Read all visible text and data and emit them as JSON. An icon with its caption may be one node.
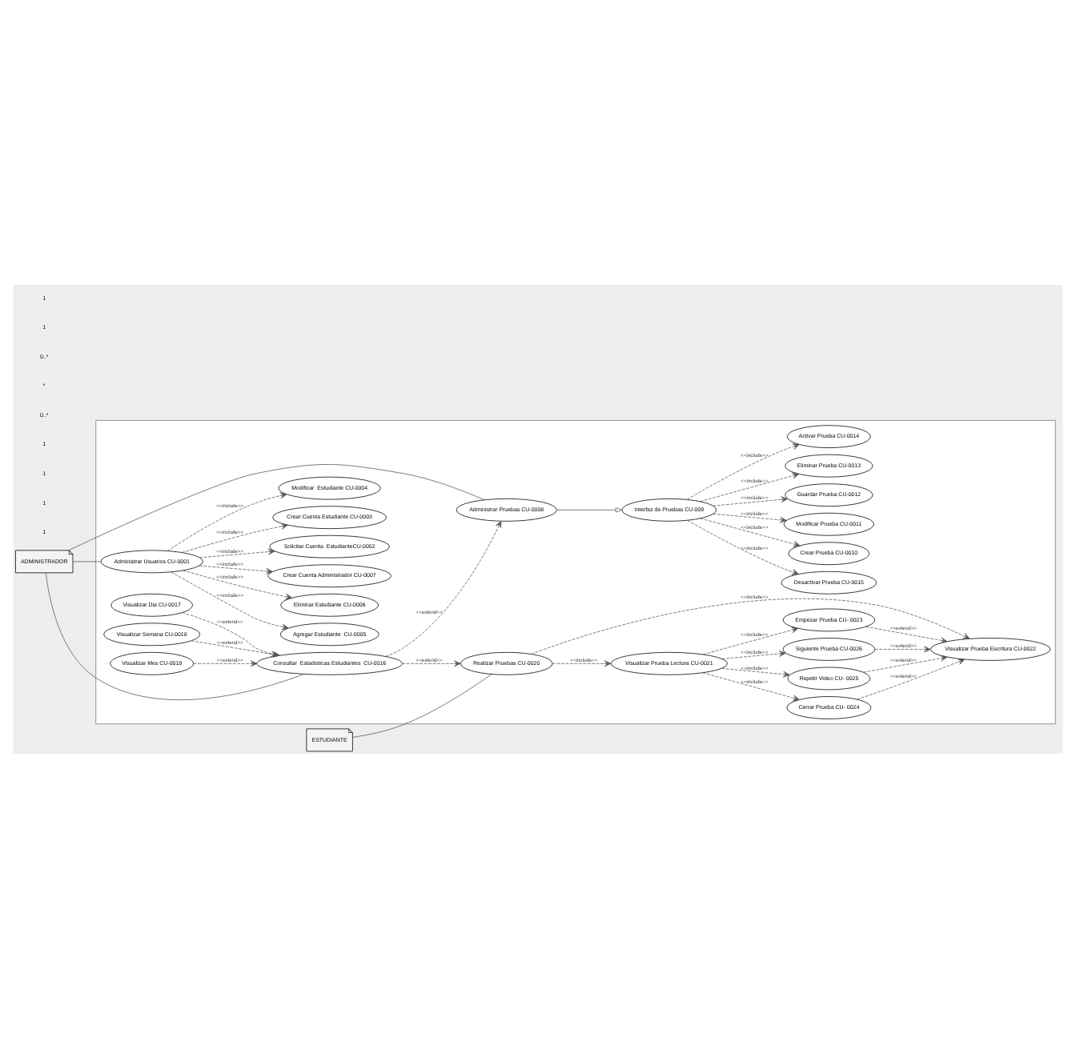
{
  "diagram": {
    "nodes": [
      {
        "text": [],
        "shape": "box"
      },
      {
        "text": [
          "ADMINISTRADOR"
        ]
      },
      {
        "text": [
          "ESTUDIANTE"
        ]
      },
      {
        "text": [
          "Administrar Usuarios CU-0001"
        ],
        "in": 0
      },
      {
        "text": [
          "Solicitar Cuenta  EstudianteCU-0002"
        ],
        "in": 0
      },
      {
        "text": [
          "Crear Cuenta Estudiante CU-0003"
        ],
        "in": 0
      },
      {
        "text": [
          "Modificar  Estudiante CU-0004"
        ],
        "in": 0
      },
      {
        "text": [
          "Agregar Estudiante  CU-0005"
        ],
        "in": 0
      },
      {
        "text": [
          "Eliminar Estudiante CU-0006"
        ],
        "in": 0
      },
      {
        "text": [
          "Crear Cuenta Administrador CU-0007"
        ],
        "in": 0
      },
      {
        "text": [
          "Administrar Pruebas CU-0008"
        ],
        "in": 0
      },
      {
        "text": [
          "Crear Prueba CU-0010"
        ],
        "in": 0
      },
      {
        "text": [
          "Modificar Prueba CU-0011"
        ],
        "in": 0
      },
      {
        "text": [
          "Guardar Prueba CU-0012"
        ],
        "in": 0
      },
      {
        "text": [
          "Interfaz de Pruebas CU-009"
        ],
        "in": 0
      },
      {
        "text": [
          "Eliminar Prueba CU-0013"
        ],
        "in": 0
      },
      {
        "text": [
          "Activar Prueba CU-0014"
        ],
        "in": 0
      },
      {
        "text": [
          "Desactivar Prueba CU-0015"
        ],
        "in": 0
      },
      {
        "text": [
          "Consultar  Estadisticas Estudiantes  CU-0016"
        ],
        "in": 0
      },
      {
        "text": [
          "Visualizar Dia CU-0017"
        ],
        "in": 0
      },
      {
        "text": [
          "Visualizar Semana CU-0018"
        ],
        "in": 0
      },
      {
        "text": [
          "Visualizar Mes CU-0019"
        ],
        "in": 0
      },
      {
        "text": [
          "Empezar Prueba CU- 0023"
        ],
        "in": 0
      },
      {
        "text": [
          "Realizar Pruebas CU-0020"
        ],
        "in": 0
      },
      {
        "text": [
          "Visualizar Prueba Lectura CU-0021"
        ],
        "in": 0
      },
      {
        "text": [
          "Cerrar Prueba CU- 0024"
        ],
        "in": 0
      },
      {
        "text": [
          "Repetir Video CU- 0025"
        ],
        "in": 0
      },
      {
        "text": [
          "Visualizar Prueba Escritura CU-0022"
        ],
        "in": 0
      },
      {
        "text": [
          "Siguiente Prueba CU-0026"
        ],
        "in": 0
      }
    ],
    "edges": [
      {
        "from": 1,
        "to": 3,
        "arrow": "none"
      },
      {
        "from": 1,
        "to": 10,
        "arrow": "none"
      },
      {
        "from": 1,
        "to": 18,
        "arrow": "none"
      },
      {
        "from": 2,
        "to": 23,
        "arrow": "none"
      },
      {
        "from": 3,
        "to": 4,
        "arrow": "to",
        "style": "dashed",
        "label": "<<include>>"
      },
      {
        "from": 3,
        "to": 5,
        "arrow": "to",
        "style": "dashed",
        "label": "<<include>>"
      },
      {
        "from": 3,
        "to": 6,
        "arrow": "to",
        "style": "dashed",
        "label": "<<include>>"
      },
      {
        "from": 3,
        "to": 7,
        "arrow": "to",
        "style": "dashed",
        "label": "<<include>>"
      },
      {
        "from": 3,
        "to": 8,
        "arrow": "to",
        "style": "dashed",
        "label": "<<include>>"
      },
      {
        "from": 3,
        "to": 9,
        "arrow": "to",
        "style": "dashed",
        "label": "<<include>>"
      },
      {
        "from": 10,
        "to": 14,
        "arrow": "to"
      },
      {
        "from": 14,
        "to": 11,
        "arrow": "to",
        "style": "dashed",
        "label": "<<include>>"
      },
      {
        "from": 14,
        "to": 12,
        "arrow": "to",
        "style": "dashed",
        "label": "<<include>>"
      },
      {
        "from": 14,
        "to": 13,
        "arrow": "to",
        "style": "dashed",
        "label": "<<include>>"
      },
      {
        "from": 14,
        "to": 15,
        "arrow": "to",
        "style": "dashed",
        "label": "<<include>>"
      },
      {
        "from": 14,
        "to": 16,
        "arrow": "to",
        "style": "dashed",
        "label": "<<include>>"
      },
      {
        "from": 14,
        "to": 17,
        "arrow": "to",
        "style": "dashed",
        "label": "<<include>>"
      },
      {
        "from": 18,
        "to": 10,
        "arrow": "to",
        "style": "dashed",
        "label": "<<extend>>"
      },
      {
        "from": 19,
        "to": 18,
        "arrow": "to",
        "style": "dashed",
        "label": "<<extend>>"
      },
      {
        "from": 20,
        "to": 18,
        "arrow": "to",
        "style": "dashed",
        "label": "<<extend>>"
      },
      {
        "from": 21,
        "to": 18,
        "arrow": "to",
        "style": "dashed",
        "label": "<<extend>>"
      },
      {
        "from": 18,
        "to": 23,
        "arrow": "to",
        "style": "dashed",
        "label": "<<extend>>"
      },
      {
        "from": 23,
        "to": 24,
        "arrow": "to",
        "style": "dashed",
        "label": "<<include>>"
      },
      {
        "from": 23,
        "to": 27,
        "arrow": "to",
        "style": "dashed",
        "label": "<<include>>"
      },
      {
        "from": 24,
        "to": 22,
        "arrow": "to",
        "style": "dashed",
        "label": "<<include>>"
      },
      {
        "from": 24,
        "to": 25,
        "arrow": "to",
        "style": "dashed",
        "label": "<<include>>"
      },
      {
        "from": 24,
        "to": 26,
        "arrow": "to",
        "style": "dashed",
        "label": "<<include>>"
      },
      {
        "from": 24,
        "to": 28,
        "arrow": "to",
        "style": "dashed",
        "label": "<<include>>"
      },
      {
        "from": 22,
        "to": 27,
        "arrow": "to",
        "style": "dashed",
        "label": "<<extend>>"
      },
      {
        "from": 25,
        "to": 27,
        "arrow": "to",
        "style": "dashed",
        "label": "<<extend>>"
      },
      {
        "from": 26,
        "to": 27,
        "arrow": "to",
        "style": "dashed",
        "label": "<<extend>>"
      },
      {
        "from": 28,
        "to": 27,
        "arrow": "to",
        "style": "dashed",
        "label": "<<extend>>"
      }
    ],
    "labels": [
      "1",
      "1",
      "1",
      "1",
      "0..*",
      "*",
      "0..*",
      "1",
      "1"
    ]
  }
}
